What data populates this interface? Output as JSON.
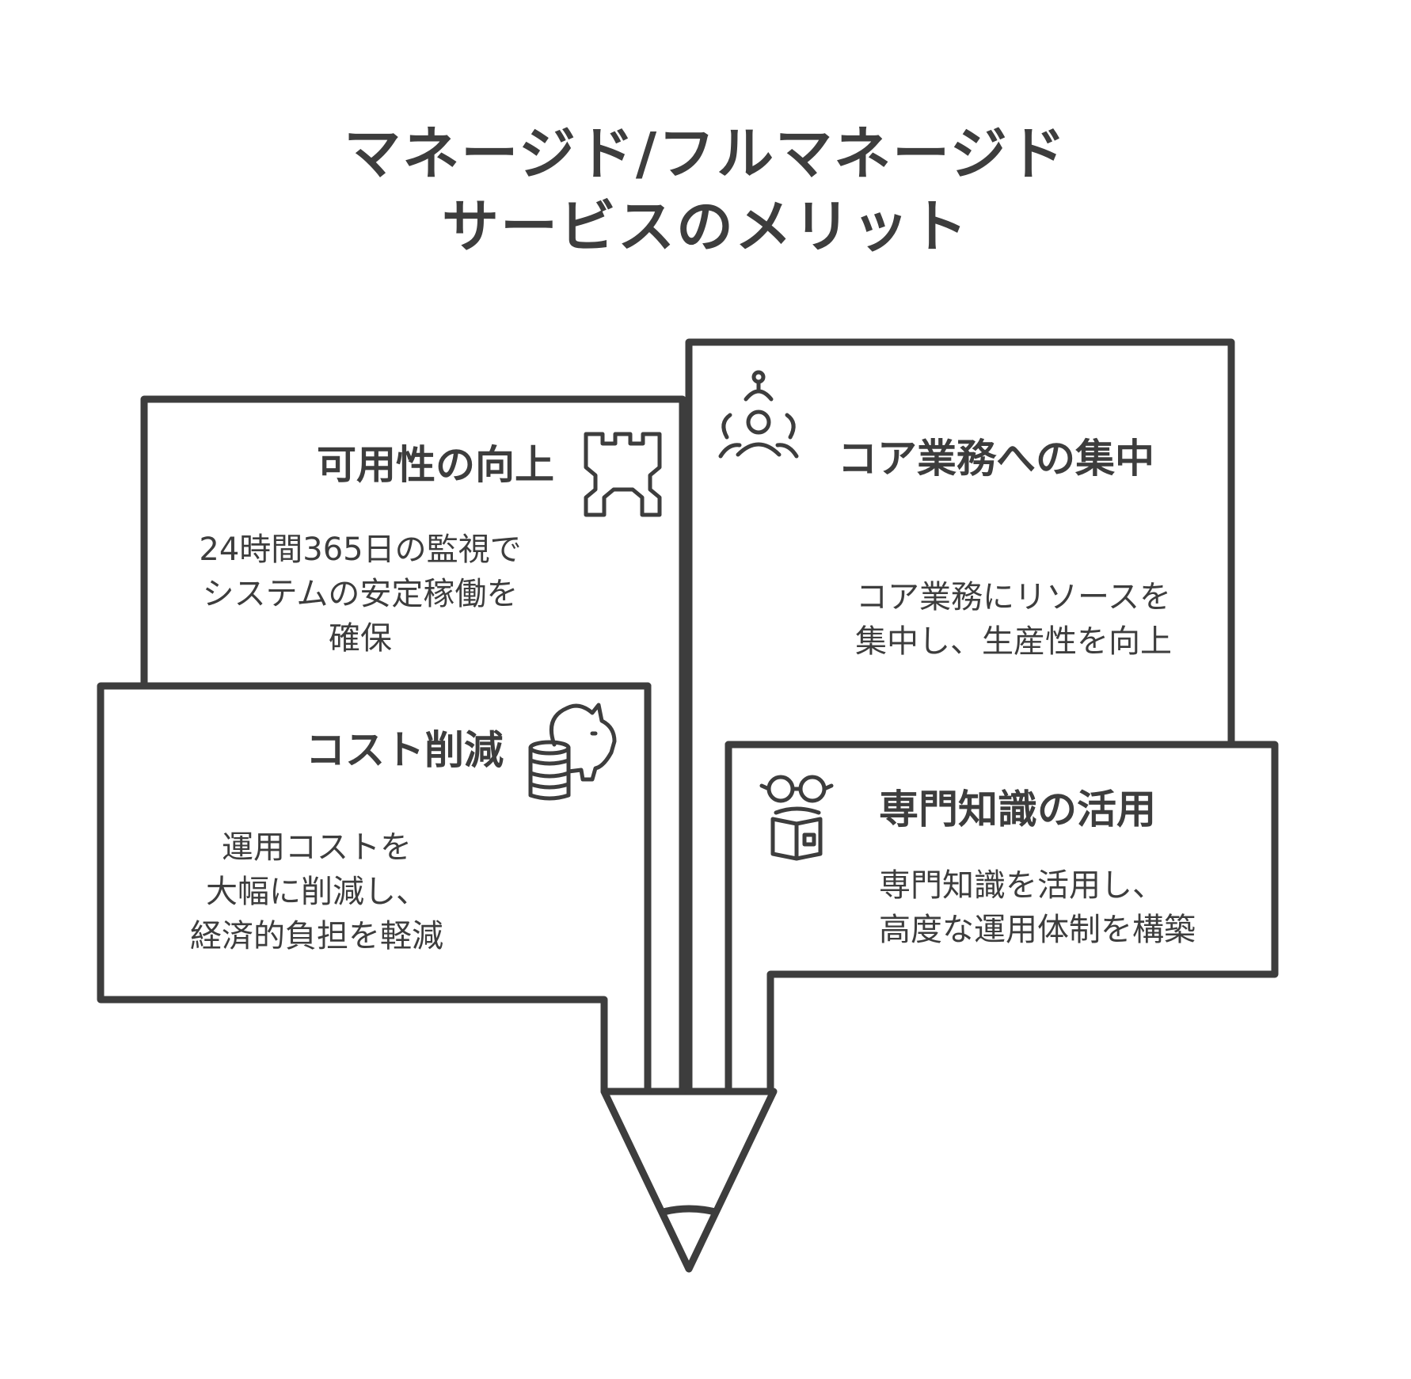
{
  "title": "マネージド/フルマネージド\nサービスのメリット",
  "cards": [
    {
      "heading": "可用性の向上",
      "body": "24時間365日の監視で\nシステムの安定稼働を\n確保",
      "icon": "castle-tower-icon"
    },
    {
      "heading": "コア業務への集中",
      "body": "コア業務にリソースを\n集中し、生産性を向上",
      "icon": "team-focus-icon"
    },
    {
      "heading": "コスト削減",
      "body": "運用コストを\n大幅に削減し、\n経済的負担を軽減",
      "icon": "piggy-bank-coins-icon"
    },
    {
      "heading": "専門知識の活用",
      "body": "専門知識を活用し、\n高度な運用体制を構築",
      "icon": "reader-glasses-book-icon"
    }
  ],
  "colors": {
    "ink": "#3d3d3d",
    "background": "#ffffff"
  }
}
